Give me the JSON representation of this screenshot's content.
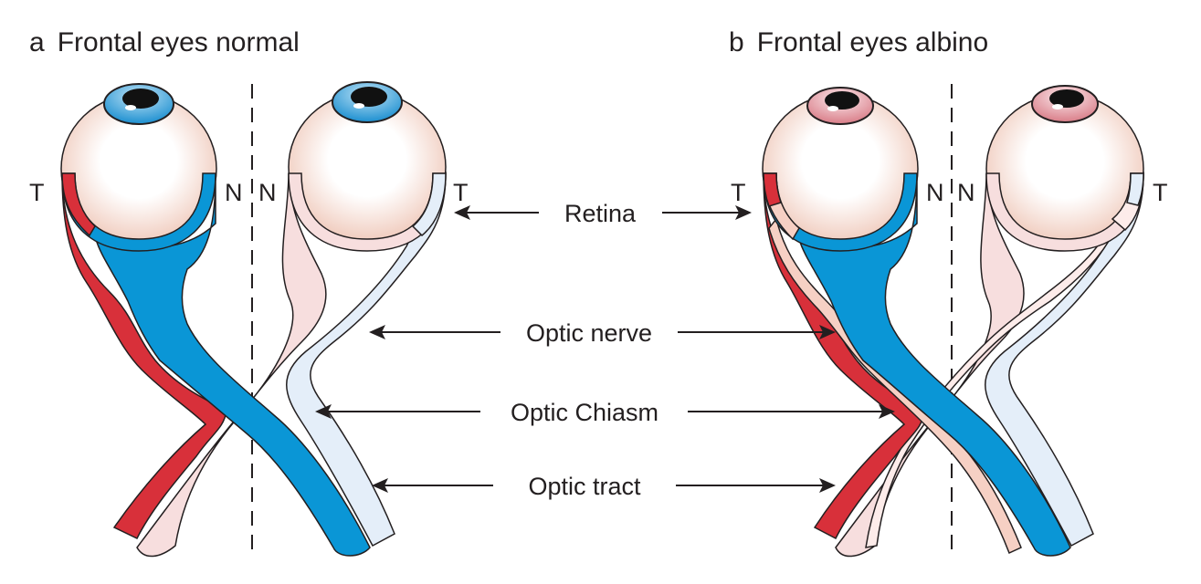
{
  "panels": [
    {
      "id": "a",
      "letter": "a",
      "title": "Frontal eyes normal",
      "iris": "blue",
      "left_eye": {
        "outer_label": "T",
        "inner_label": "N"
      },
      "right_eye": {
        "outer_label": "T",
        "inner_label": "N"
      }
    },
    {
      "id": "b",
      "letter": "b",
      "title": "Frontal eyes albino",
      "iris": "pink",
      "left_eye": {
        "outer_label": "T",
        "inner_label": "N"
      },
      "right_eye": {
        "outer_label": "T",
        "inner_label": "N"
      }
    }
  ],
  "structures": [
    {
      "label": "Retina"
    },
    {
      "label": "Optic nerve"
    },
    {
      "label": "Optic Chiasm"
    },
    {
      "label": "Optic tract"
    }
  ],
  "colors": {
    "temporal_left": "#d8303a",
    "nasal_left": "#0a96d6",
    "nasal_right": "#f7dede",
    "temporal_right": "#e4eef9",
    "iris_blue": "#3aa6e0",
    "iris_pink": "#e7a6ad",
    "sclera_edge": "#f0cdbf",
    "ink": "#231f20"
  }
}
